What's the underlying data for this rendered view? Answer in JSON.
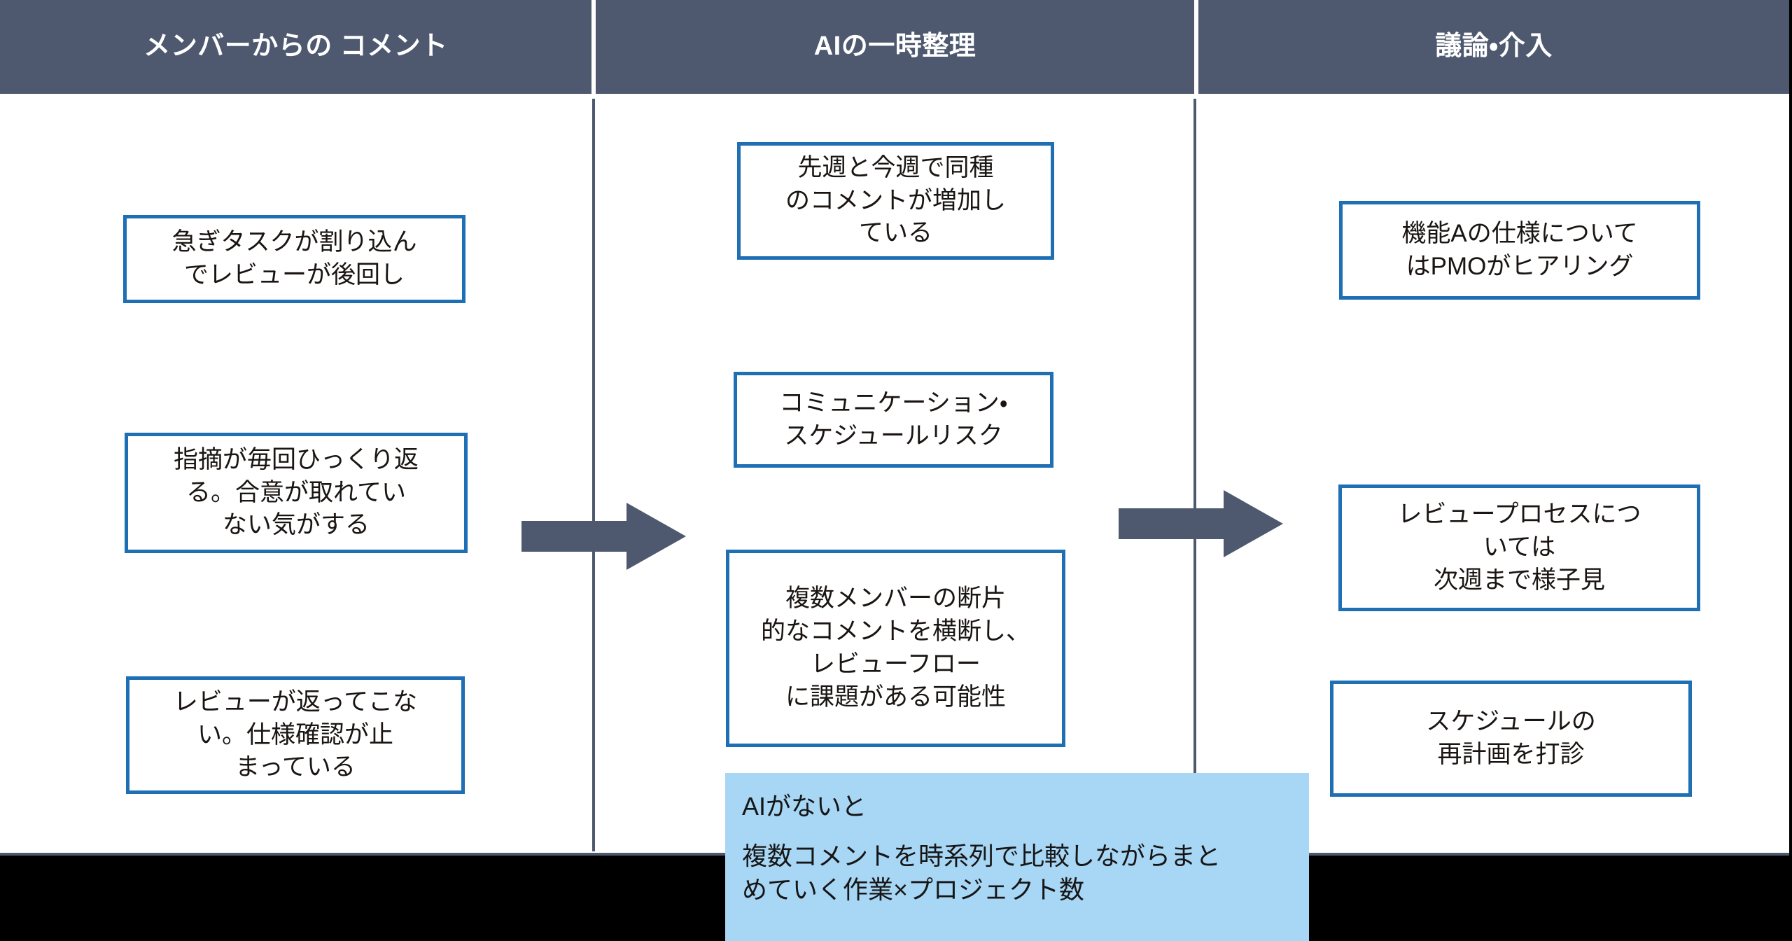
{
  "header": {
    "columns": [
      {
        "label": "メンバーからの\nコメント"
      },
      {
        "label": "AIの一時整理"
      },
      {
        "label": "議論・介入"
      }
    ]
  },
  "columns": {
    "member_comments": {
      "title": "メンバーからのコメント",
      "notes": [
        {
          "text": "急ぎタスクが割り込ん\nでレビューが後回し"
        },
        {
          "text": "指摘が毎回ひっくり返\nる。合意が取れてい\nない気がする"
        },
        {
          "text": "レビューが返ってこな\nい。仕様確認が止\nまっている"
        }
      ]
    },
    "ai_summary": {
      "title": "AIの一時整理",
      "notes": [
        {
          "text": "先週と今週で同種\nのコメントが増加し\nている"
        },
        {
          "text": "コミュニケーション・\nスケジュールリスク"
        },
        {
          "text": "複数メンバーの断片\n的なコメントを横断し、\nレビューフロー\nに課題がある可能性"
        }
      ]
    },
    "discussion": {
      "title": "議論・介入",
      "notes": [
        {
          "text": "機能Aの仕様について\nはPMOがヒアリング"
        },
        {
          "text": "レビュープロセスにつ\nいては\n次週まで様子見"
        },
        {
          "text": "スケジュールの\n再計画を打診"
        }
      ]
    }
  },
  "arrows": [
    {
      "name": "arrow-member-to-ai",
      "direction": "right"
    },
    {
      "name": "arrow-ai-to-discussion",
      "direction": "right"
    }
  ],
  "callout": {
    "title": "AIがないと",
    "body": "複数コメントを時系列で比較しながらまと\nめていく作業×プロジェクト数"
  },
  "colors": {
    "header_band": "#4e5970",
    "note_border": "#1f6fb5",
    "arrow_fill": "#4e5970",
    "callout_background": "#a8d6f5",
    "panel_background": "#ffffff",
    "slide_background": "#000000",
    "text_primary": "#1a1512",
    "header_text": "#ffffff"
  }
}
